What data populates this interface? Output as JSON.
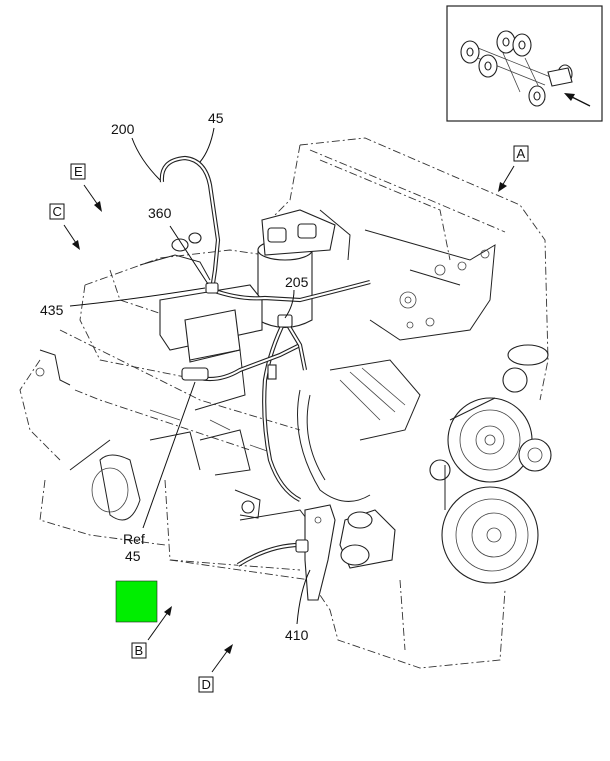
{
  "callouts": {
    "c200": "200",
    "c45_top": "45",
    "c360": "360",
    "c435": "435",
    "c205": "205",
    "ref_word": "Ref",
    "ref_num": "45",
    "c410": "410"
  },
  "views": {
    "a": "A",
    "b": "B",
    "c": "C",
    "d": "D",
    "e": "E"
  },
  "colors": {
    "highlight": "#00ee00",
    "line": "#222222"
  }
}
